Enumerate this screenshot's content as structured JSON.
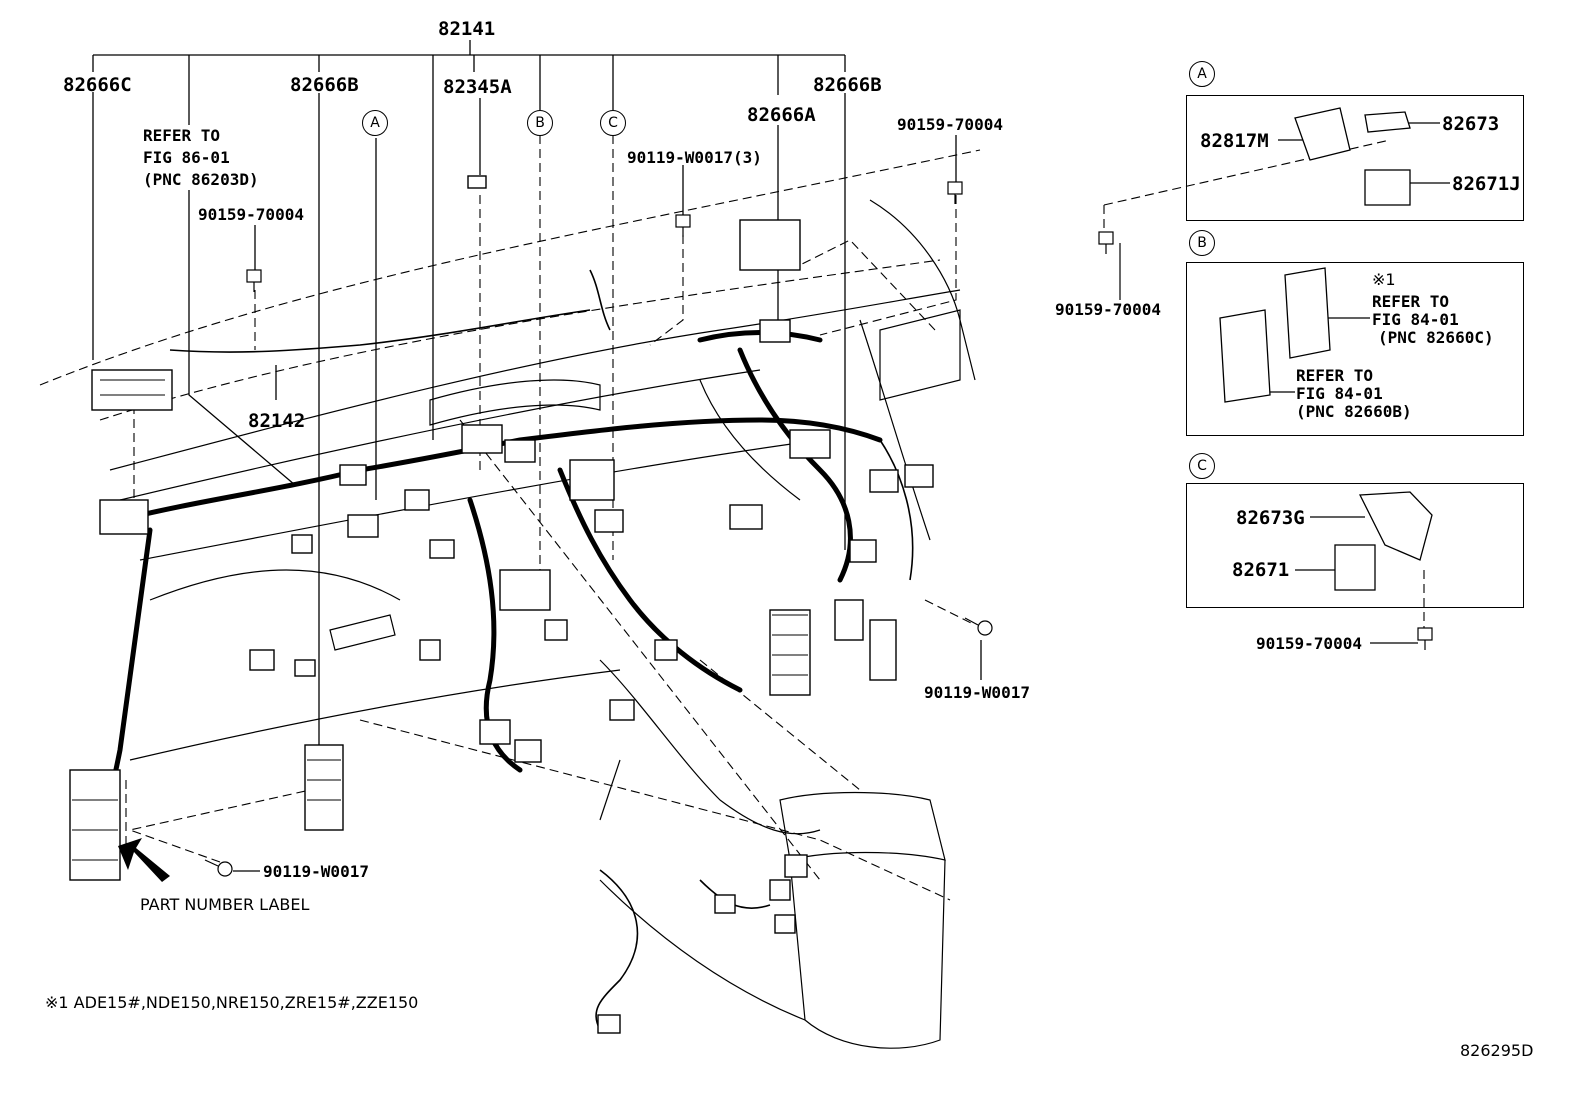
{
  "main": {
    "part_82141": "82141",
    "part_82666C": "82666C",
    "part_82666B_left": "82666B",
    "part_82345A": "82345A",
    "part_82666B_right": "82666B",
    "part_82666A": "82666A",
    "refer_line1": "REFER TO",
    "refer_line2": "FIG 86-01",
    "refer_line3": "(PNC 86203D)",
    "bolt_90159_top_right": "90159-70004",
    "bolt_90119_3": "90119-W0017(3)",
    "bolt_90159_left": "90159-70004",
    "part_82142": "82142",
    "bolt_90119_right": "90119-W0017",
    "bolt_90119_bottom": "90119-W0017",
    "part_number_label": "PART NUMBER LABEL",
    "footnote": "※1 ADE15#,NDE150,NRE150,ZRE15#,ZZE150",
    "figure_code": "826295D"
  },
  "callouts": {
    "a": "A",
    "b": "B",
    "c": "C"
  },
  "inset_a": {
    "marker": "A",
    "part_82817M": "82817M",
    "part_82673": "82673",
    "part_82671J": "82671J",
    "bolt": "90159-70004"
  },
  "inset_b": {
    "marker": "B",
    "note_mark": "※1",
    "refer1_line1": "REFER TO",
    "refer1_line2": "FIG 84-01",
    "refer1_line3": "(PNC 82660C)",
    "refer2_line1": "REFER TO",
    "refer2_line2": "FIG 84-01",
    "refer2_line3": "(PNC 82660B)"
  },
  "inset_c": {
    "marker": "C",
    "part_82673G": "82673G",
    "part_82671": "82671",
    "bolt": "90159-70004"
  }
}
